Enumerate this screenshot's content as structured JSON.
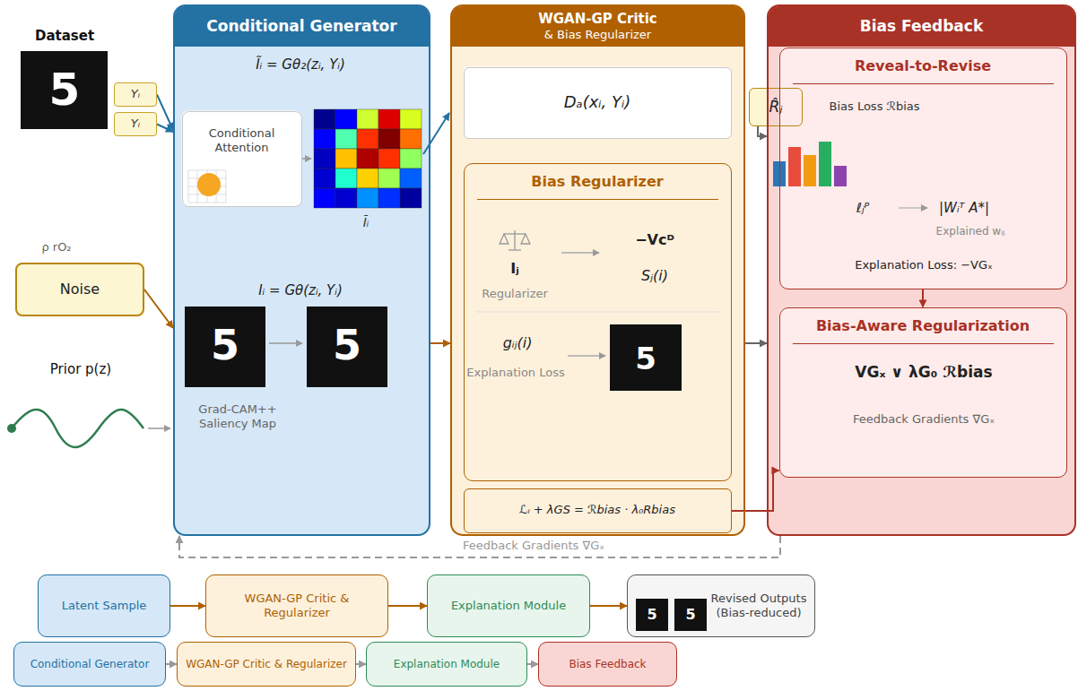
{
  "diagram": {
    "nodes": [
      {
        "text": [
          "Conditional Generator"
        ]
      },
      {
        "text": [
          "Yᵢ"
        ]
      },
      {
        "text": [
          "Yᵢ"
        ]
      },
      {
        "text": [
          "Conditional Attention"
        ],
        "in": 0
      },
      {
        "text": [
          "Noise"
        ]
      },
      {
        "text": [
          "WGAN-GP Critic",
          "& Bias Regularizer"
        ]
      },
      {
        "text": [
          "Dₐ(xᵢ, Yᵢ)"
        ],
        "in": 5
      },
      {
        "text": [
          "Bias Regularizer"
        ],
        "in": 5
      },
      {
        "text": [
          "ℒᵢ + λGS = ℛbias · λ₀Rbias"
        ],
        "in": 5
      },
      {
        "text": [
          "R̂ⱼ"
        ]
      },
      {
        "text": [
          "Bias Feedback"
        ]
      },
      {
        "text": [
          "Reveal-to-Revise"
        ],
        "in": 10
      },
      {
        "text": [
          "Bias-Aware Regularization"
        ],
        "in": 10
      },
      {
        "text": [
          "Latent Sample"
        ]
      },
      {
        "text": [
          "WGAN-GP Critic & Regularizer"
        ]
      },
      {
        "text": [
          "Explanation Module"
        ]
      },
      {
        "text": [
          "Revised Outputs (Bias-reduced)"
        ]
      },
      {
        "text": [
          "Conditional Generator"
        ]
      },
      {
        "text": [
          "WGAN-GP Critic & Regularizer"
        ]
      },
      {
        "text": [
          "Explanation Module"
        ]
      },
      {
        "text": [
          "Bias Feedback"
        ]
      }
    ],
    "edges": [
      {
        "from": 1,
        "to": 0,
        "arrow": "to"
      },
      {
        "from": 2,
        "to": 0,
        "arrow": "to"
      },
      {
        "from": 4,
        "to": 0,
        "arrow": "to"
      },
      {
        "from": 0,
        "to": 5,
        "arrow": "to"
      },
      {
        "from": 5,
        "to": 10,
        "arrow": "to"
      },
      {
        "from": 9,
        "to": 10,
        "arrow": "to"
      },
      {
        "from": 11,
        "to": 12,
        "arrow": "to"
      },
      {
        "from": 8,
        "to": 12,
        "arrow": "to"
      },
      {
        "from": 10,
        "to": 0,
        "label": "Feedback Gradients ∇Gₓ",
        "arrow": "to"
      },
      {
        "from": 13,
        "to": 14,
        "arrow": "to"
      },
      {
        "from": 14,
        "to": 15,
        "arrow": "to"
      },
      {
        "from": 15,
        "to": 16,
        "arrow": "to"
      },
      {
        "from": 17,
        "to": 18,
        "arrow": "to"
      },
      {
        "from": 18,
        "to": 19,
        "arrow": "to"
      },
      {
        "from": 19,
        "to": 20,
        "arrow": "to"
      }
    ],
    "labels": [
      "Dataset",
      "5",
      "Ĩᵢ = Gθ₂(zᵢ, Yᵢ)",
      "Ĩᵢ",
      "ρ rO₂",
      "Iᵢ = Gθ(zᵢ, Yᵢ)",
      "5",
      "5",
      "Prior p(z)",
      "Grad-CAM++ Saliency Map",
      "Iⱼ",
      "Regularizer",
      "−Vcᴰ",
      "Sⱼ(i)",
      "gᵢⱼ(i)",
      "Explanation Loss",
      "5",
      "Bias Loss ℛbias",
      "ℓⱼᴾ",
      "|Wᵢᵀ A*|",
      "Explained wᵢⱼ",
      "Explanation Loss: −VGₓ",
      "VGₓ ∨ λG₀ ℛbias",
      "Feedback Gradients ∇Gₓ",
      "5",
      "5"
    ]
  }
}
